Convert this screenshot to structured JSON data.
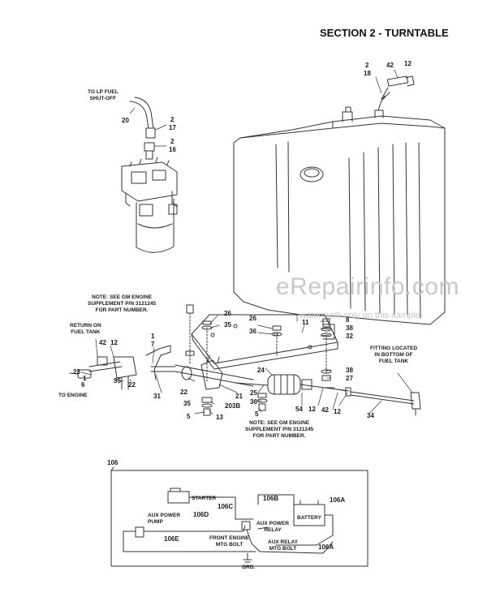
{
  "header": {
    "section_title": "SECTION 2 - TURNTABLE"
  },
  "watermark": {
    "main": "eRepairinfo.com",
    "sub": "watermark only on this sample"
  },
  "notes": {
    "lp_fuel": [
      "TO LP FUEL",
      "SHUT-OFF"
    ],
    "gm_engine_upper": [
      "NOTE:  SEE GM ENGINE",
      "SUPPLEMENT P/N 3121245",
      "FOR PART NUMBER."
    ],
    "gm_engine_lower": [
      "NOTE:  SEE GM ENGINE",
      "SUPPLEMENT P/N 3121245",
      "FOR PART NUMBER."
    ],
    "return_tank": [
      "RETURN ON",
      "FUEL TANK"
    ],
    "to_engine": "TO ENGINE",
    "fitting": [
      "FITTING LOCATED",
      "IN BOTTOM OF",
      "FUEL TANK"
    ]
  },
  "callouts": {
    "c_2_top": "2",
    "c_18": "18",
    "c_42_top": "42",
    "c_12_top": "12",
    "c_20": "20",
    "c_2_a": "2",
    "c_17": "17",
    "c_2_b": "2",
    "c_16": "16",
    "c_26_a": "26",
    "c_35_a": "35",
    "c_26_b": "26",
    "c_36_a": "36",
    "c_11": "11",
    "c_8": "8",
    "c_38_a": "38",
    "c_32": "32",
    "c_1": "1",
    "c_7": "7",
    "c_42_mid": "42",
    "c_12_mid": "12",
    "c_23": "23",
    "c_1_b": "1",
    "c_6": "6",
    "c_35_b": "35",
    "c_22_a": "22",
    "c_31": "31",
    "c_24": "24",
    "c_38_b": "38",
    "c_27": "27",
    "c_22_b": "22",
    "c_21": "21",
    "c_25": "25",
    "c_36_b": "36",
    "c_35_c": "35",
    "c_203b": "203B",
    "c_5_a": "5",
    "c_13": "13",
    "c_54": "54",
    "c_12_low": "12",
    "c_42_low": "42",
    "c_12_low2": "12",
    "c_5_b": "5",
    "c_34": "34"
  },
  "wiring": {
    "group": "106",
    "starter": "STARTER",
    "c_106c": "106C",
    "c_106b": "106B",
    "c_106a_top": "106A",
    "battery": "BATTERY",
    "aux_pump": [
      "AUX POWER",
      "PUMP"
    ],
    "c_106d": "106D",
    "aux_relay_power": [
      "AUX POWER",
      "RELAY"
    ],
    "c_106e": "106E",
    "front_engine": [
      "FRONT ENGINE",
      "MTG BOLT"
    ],
    "aux_relay_mtg": [
      "AUX RELAY",
      "MTG BOLT"
    ],
    "c_106a_bottom": "106A",
    "grd": "GRD."
  }
}
